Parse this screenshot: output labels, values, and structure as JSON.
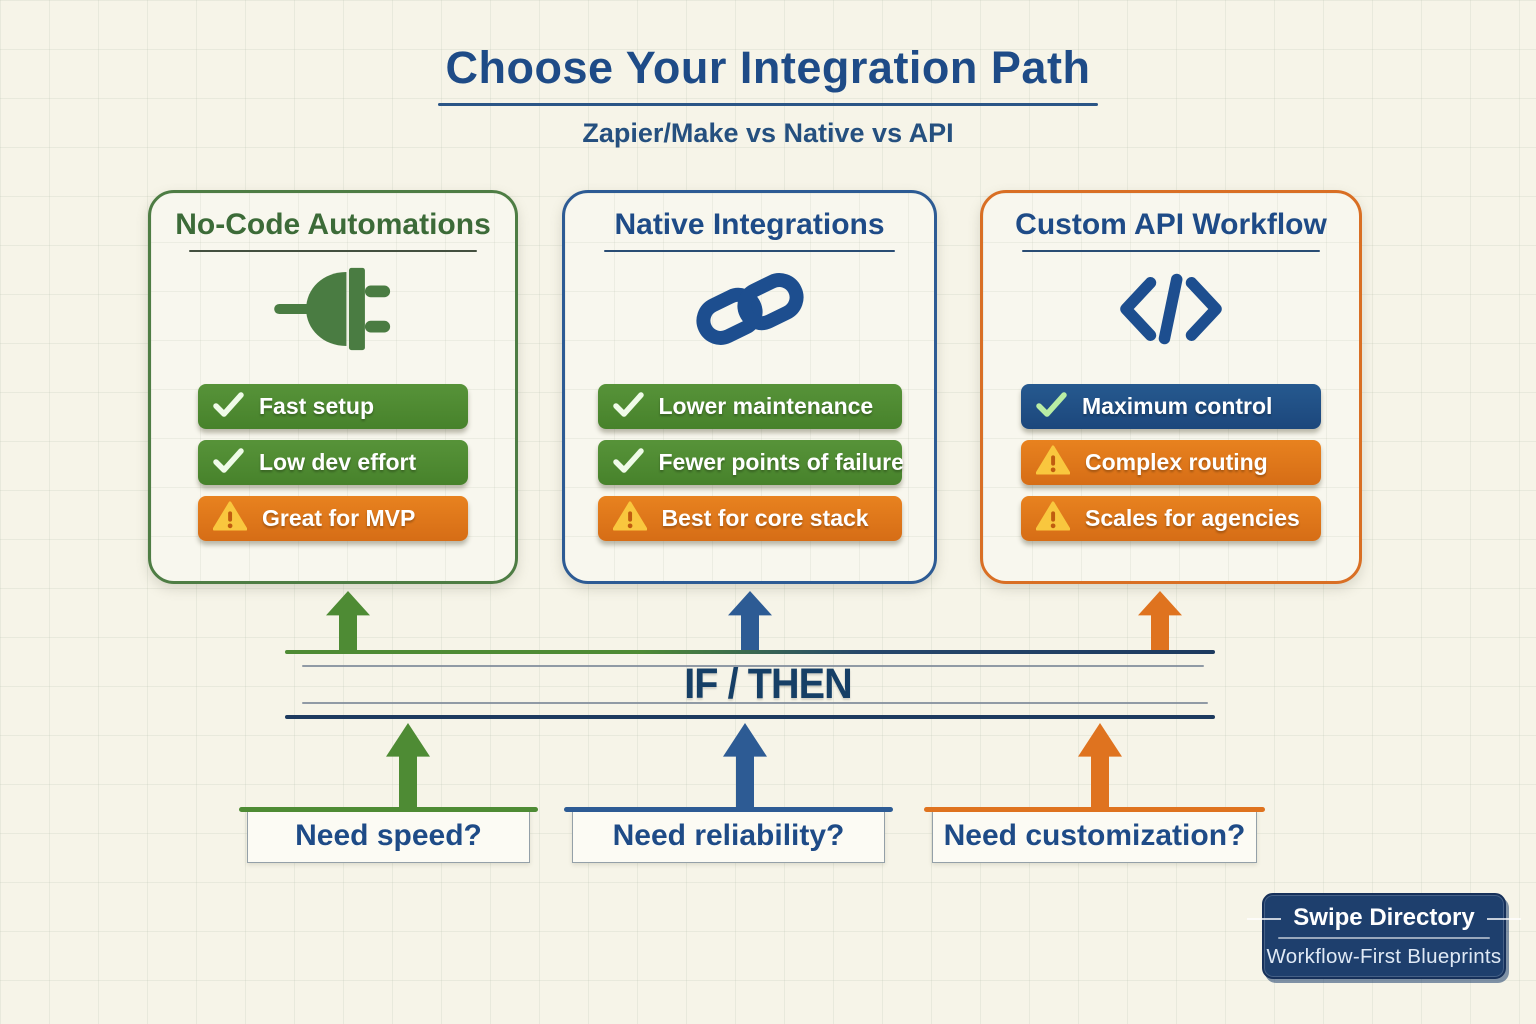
{
  "header": {
    "title": "Choose Your Integration Path",
    "subtitle": "Zapier/Make vs Native vs API"
  },
  "colors": {
    "green": "#4e8b34",
    "blue": "#2d5b94",
    "orange": "#df731f",
    "navy": "#1d3f6e",
    "card_green_border": "#4e7d44",
    "card_blue_border": "#2d5b94",
    "card_orange_border": "#d96f24",
    "badge_green": "#4b8b30",
    "badge_orange": "#e0771d",
    "badge_blue": "#1f4d8a",
    "warning_yellow": "#f9c73e",
    "title_text": "#1e4b87",
    "green_title_text": "#3c6b38"
  },
  "cards": [
    {
      "title": "No-Code Automations",
      "icon": "plug-icon",
      "badges": [
        {
          "icon": "check-icon",
          "label": "Fast setup",
          "type": "green"
        },
        {
          "icon": "check-icon",
          "label": "Low dev effort",
          "type": "green"
        },
        {
          "icon": "warning-icon",
          "label": "Great for MVP",
          "type": "orange"
        }
      ]
    },
    {
      "title": "Native Integrations",
      "icon": "chain-link-icon",
      "badges": [
        {
          "icon": "check-icon",
          "label": "Lower maintenance",
          "type": "green"
        },
        {
          "icon": "check-icon",
          "label": "Fewer points of failure",
          "type": "green"
        },
        {
          "icon": "warning-icon",
          "label": "Best for core stack",
          "type": "orange"
        }
      ]
    },
    {
      "title": "Custom API Workflow",
      "icon": "code-icon",
      "badges": [
        {
          "icon": "check-icon",
          "label": "Maximum control",
          "type": "blue"
        },
        {
          "icon": "warning-icon",
          "label": "Complex routing",
          "type": "orange"
        },
        {
          "icon": "warning-icon",
          "label": "Scales for agencies",
          "type": "orange"
        }
      ]
    }
  ],
  "decision_band": {
    "label": "IF / THEN"
  },
  "questions": [
    {
      "label": "Need speed?",
      "color_key": "green"
    },
    {
      "label": "Need reliability?",
      "color_key": "blue"
    },
    {
      "label": "Need customization?",
      "color_key": "orange"
    }
  ],
  "footer_badge": {
    "title": "Swipe Directory",
    "subtitle": "Workflow-First Blueprints"
  }
}
